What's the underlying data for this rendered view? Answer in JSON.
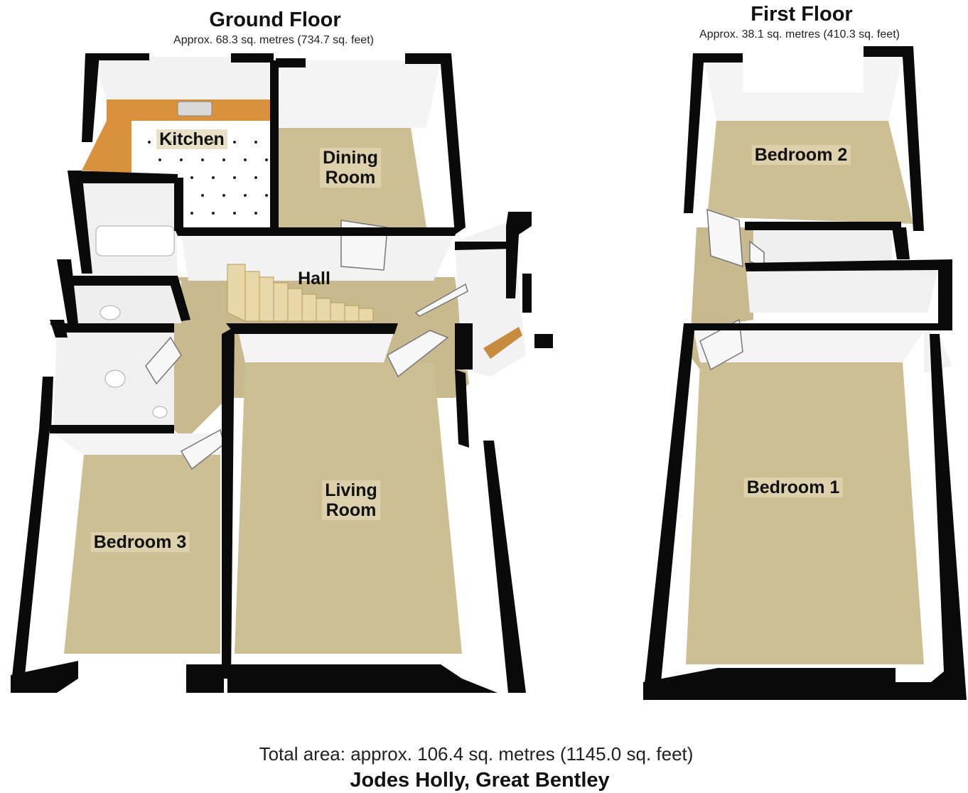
{
  "ground_floor": {
    "title": "Ground Floor",
    "area": "Approx. 68.3 sq. metres (734.7 sq. feet)",
    "rooms": {
      "kitchen": "Kitchen",
      "dining": "Dining\nRoom",
      "hall": "Hall",
      "living": "Living\nRoom",
      "bedroom3": "Bedroom 3"
    }
  },
  "first_floor": {
    "title": "First Floor",
    "area": "Approx. 38.1 sq. metres (410.3 sq. feet)",
    "rooms": {
      "bedroom2": "Bedroom 2",
      "bedroom1": "Bedroom 1"
    }
  },
  "footer": {
    "total_area": "Total area: approx. 106.4 sq. metres (1145.0 sq. feet)",
    "address": "Jodes Holly, Great Bentley"
  },
  "colors": {
    "wall": "#0a0a0a",
    "inner_wall": "#f2f2f2",
    "carpet": "#cdbf94",
    "kitchen_floor": "#ffffff",
    "worktop": "#d9913e",
    "window": "#dfeef0"
  }
}
